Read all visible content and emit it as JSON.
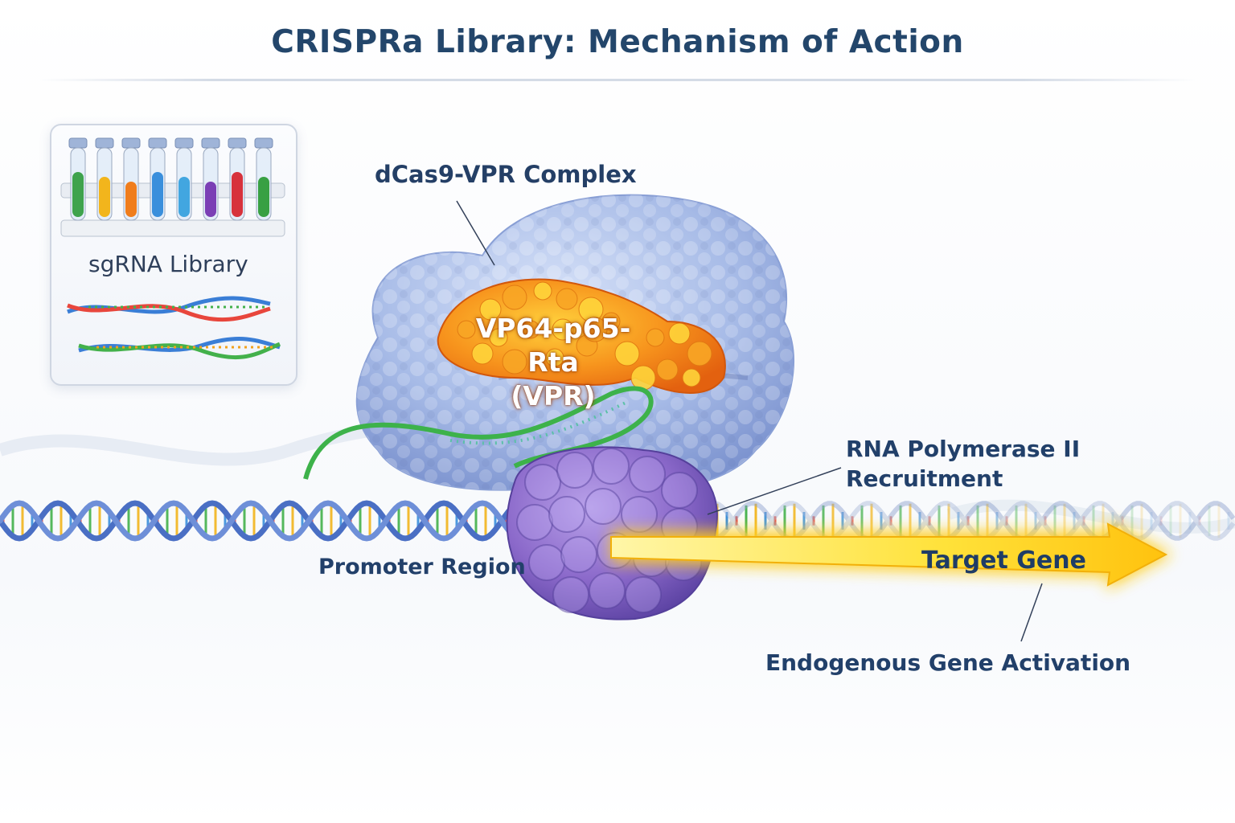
{
  "title": "CRISPRa Library: Mechanism of Action",
  "labels": {
    "sgrna_library": "sgRNA Library",
    "dcas9_complex": "dCas9-VPR Complex",
    "vpr_line1": "VP64-p65-Rta",
    "vpr_line2": "(VPR)",
    "rna_pol_line1": "RNA Polymerase II",
    "rna_pol_line2": "Recruitment",
    "promoter": "Promoter Region",
    "target_gene": "Target Gene",
    "activation": "Endogenous Gene Activation"
  },
  "tube_colors": [
    "#3fa34d",
    "#f2b51c",
    "#f07d1c",
    "#3a8fdc",
    "#42a6e0",
    "#7b3fb5",
    "#d7323c",
    "#38a043"
  ],
  "colors": {
    "title": "#23466b",
    "dcas9": "#a9bde8",
    "vpr": "#f28a17",
    "pol2": "#8a68c9",
    "arrow": "#ffd21a",
    "dna_backbone": "#4a6fc4"
  }
}
